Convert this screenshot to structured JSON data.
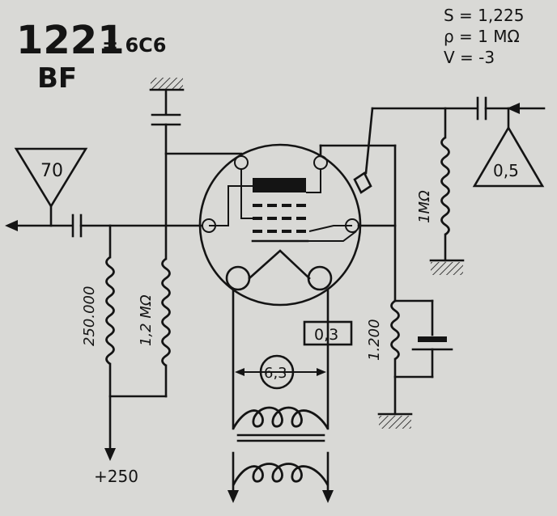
{
  "header": {
    "tube_number": "1221",
    "equivalent": "= 6C6",
    "function": "BF"
  },
  "parameters": {
    "s": "S = 1,225",
    "rho": "ρ = 1 MΩ",
    "v": "V = -3"
  },
  "labels": {
    "output_gain": "70",
    "input_gain": "0,5",
    "grid_resistor": "1MΩ",
    "anode_load_resistor": "250.000",
    "screen_resistor": "1,2 MΩ",
    "cathode_resistor": "1.200",
    "heater_current": "0,3",
    "heater_voltage": "6,3",
    "supply_voltage": "+250"
  }
}
